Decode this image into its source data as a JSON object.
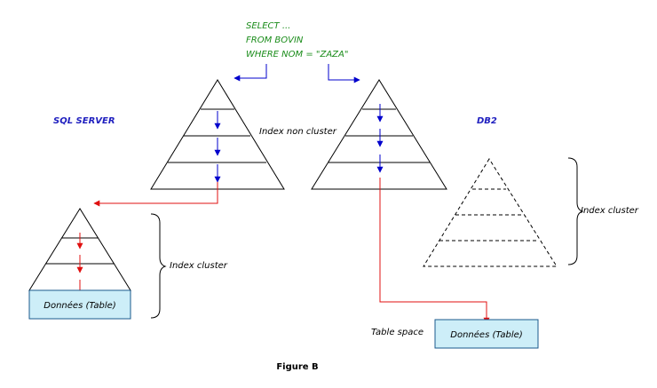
{
  "query": {
    "line1": "SELECT ...",
    "line2": "FROM    BOVIN",
    "line3": "WHERE NOM = \"ZAZA\""
  },
  "labels": {
    "sql_server": "SQL SERVER",
    "db2": "DB2",
    "index_non_cluster": "Index non cluster",
    "index_cluster_left": "Index cluster",
    "index_cluster_right": "Index cluster",
    "table_space": "Table space",
    "data_left": "Données (Table)",
    "data_right": "Données (Table)",
    "figure_caption": "Figure B"
  },
  "colors": {
    "query_text": "#1a8c1a",
    "title_text": "#1f1fbf",
    "blue_arrow": "#0000cc",
    "red_arrow": "#e01010",
    "data_box_fill": "#cdeef8",
    "data_box_border": "#1a5a8c"
  }
}
